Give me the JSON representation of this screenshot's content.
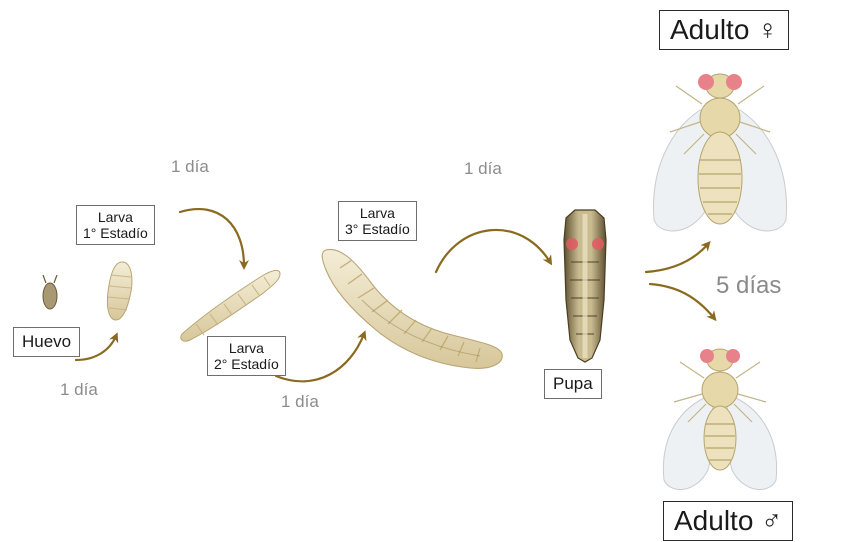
{
  "stages": {
    "egg": {
      "label": "Huevo"
    },
    "larva1": {
      "line1": "Larva",
      "line2": "1° Estadío"
    },
    "larva2": {
      "line1": "Larva",
      "line2": "2° Estadío"
    },
    "larva3": {
      "line1": "Larva",
      "line2": "3° Estadío"
    },
    "pupa": {
      "label": "Pupa"
    },
    "adult_female": {
      "label": "Adulto ♀"
    },
    "adult_male": {
      "label": "Adulto ♂"
    }
  },
  "durations": {
    "egg_to_larva1": "1 día",
    "larva1_to_larva2": "1 día",
    "larva2_to_larva3": "1 día",
    "larva3_to_pupa": "1 día",
    "pupa_to_adult": "5 días"
  },
  "colors": {
    "arrow": "#8a6a1e",
    "larva_body": "#ece2c4",
    "larva_segment": "#c9b784",
    "pupa_dark": "#6a5a38",
    "fly_body": "#e6d8a8",
    "fly_eye": "#e8828a",
    "wing": "#eef1f3"
  }
}
